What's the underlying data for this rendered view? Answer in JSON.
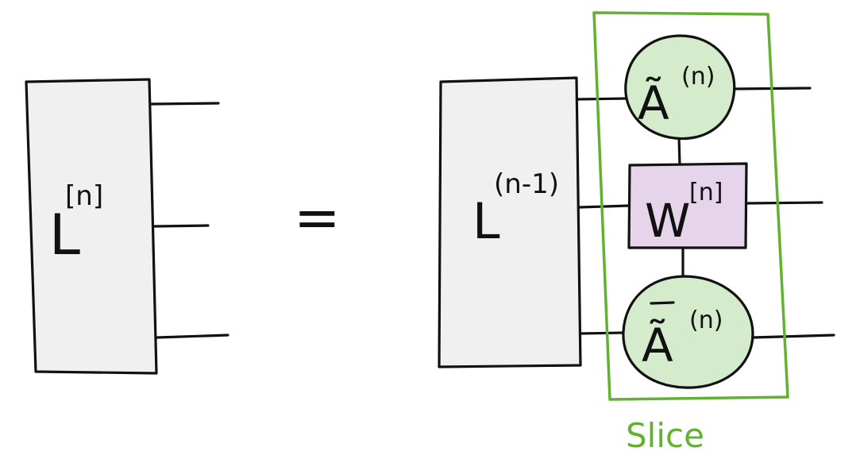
{
  "lhs": {
    "base": "L",
    "sup": "[n]"
  },
  "equals_sign": "=",
  "rhs": {
    "env": {
      "base": "L",
      "sup": "(n-1)"
    },
    "top_tensor": {
      "base": "Ã",
      "sup": "(n)"
    },
    "mpo": {
      "base": "W",
      "sup": "[n]"
    },
    "bottom_tensor": {
      "base": "Ã",
      "sup": "(n)",
      "conjugate": true
    }
  },
  "slice_label": "Slice",
  "colors": {
    "env_fill": "#f0f0f0",
    "tensor_fill": "#d4ebcc",
    "mpo_fill": "#e6d5ea",
    "slice_outline": "#62b22f",
    "ink": "#111111"
  }
}
